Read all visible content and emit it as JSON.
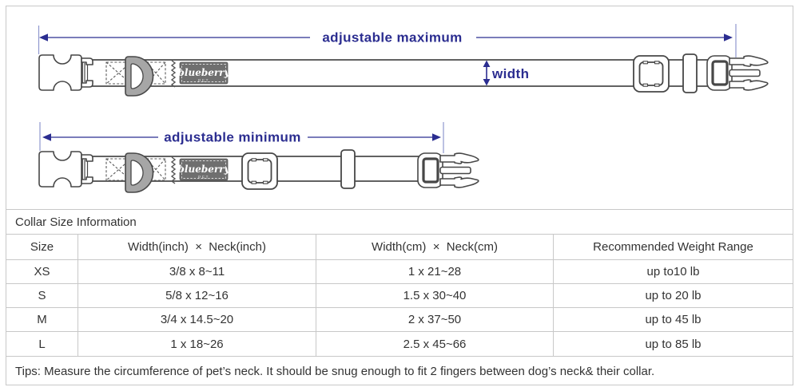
{
  "colors": {
    "accent_navy": "#2b2d90",
    "extent_line": "#8f97cf",
    "outline": "#474747",
    "table_border": "#c8c8c8",
    "text": "#333333",
    "logo_bg": "#6f6f6f",
    "dring_fill": "#a6a6a6"
  },
  "diagram": {
    "max_arrow_label": "adjustable maximum",
    "min_arrow_label": "adjustable minimum",
    "width_label": "width",
    "brand_name": "blueberry",
    "brand_sub": "PET"
  },
  "table": {
    "title": "Collar Size Information",
    "headers": [
      "Size",
      "Width(inch)  ×  Neck(inch)",
      "Width(cm)  ×  Neck(cm)",
      "Recommended Weight Range"
    ],
    "rows": [
      [
        "XS",
        "3/8 x 8~11",
        "1 x 21~28",
        "up to10 lb"
      ],
      [
        "S",
        "5/8 x 12~16",
        "1.5 x 30~40",
        "up to 20 lb"
      ],
      [
        "M",
        "3/4 x 14.5~20",
        "2 x 37~50",
        "up to 45 lb"
      ],
      [
        "L",
        "1 x 18~26",
        "2.5 x 45~66",
        "up to 85 lb"
      ]
    ],
    "tips": "Tips: Measure the circumference of pet’s neck. It should be snug enough to fit 2 fingers between dog’s neck& their collar."
  }
}
